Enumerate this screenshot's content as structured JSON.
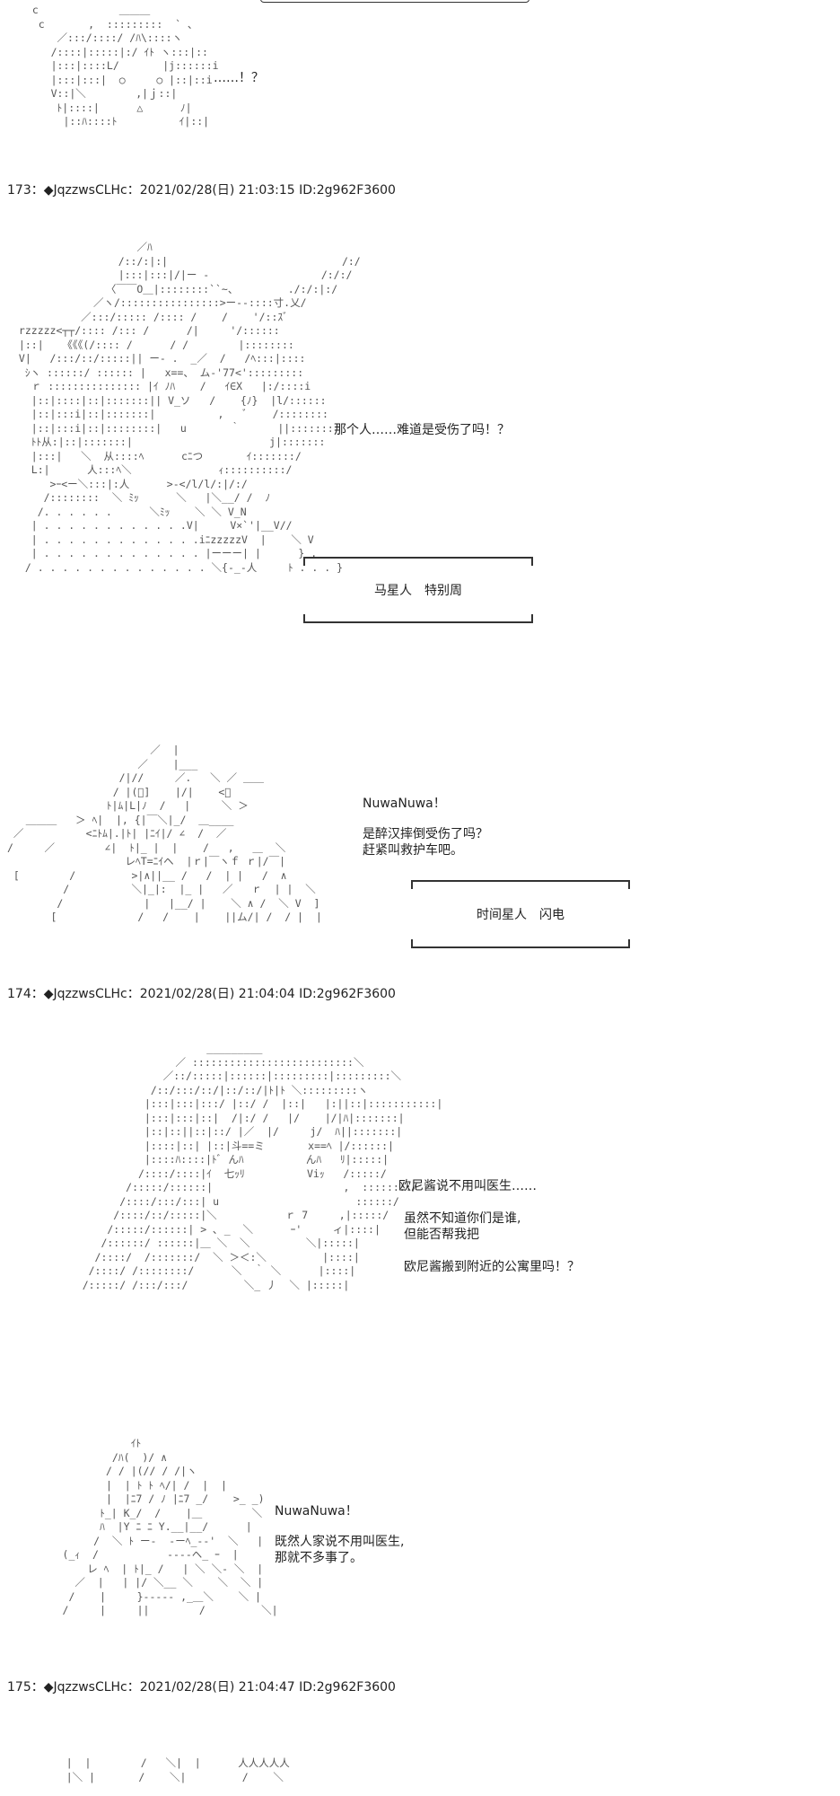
{
  "panels": [
    {
      "lines": [
        "……！？"
      ],
      "art": "  c             ＿＿＿\n   c       ,  :::::::::  ` 、\n      ／:::/::::/ /ﾊ\\::::ヽ\n     /::::|:::::|:/ ｲﾄ ヽ:::|::\n     |:::|::::L/       |j::::::i\n     |:::|:::|  ○     ○ |::|::i\n     V::|＼        ,|ｊ::|\n      ﾄ|::::|      △      ﾉ|\n       |::ﾊ::::ﾄ          ｲ|::|"
    },
    {
      "header": "173：◆JqzzwsCLHc：2021/02/28(日) 21:03:15 ID:2g962F3600",
      "lines": [
        "那个人……难道是受伤了吗！？"
      ],
      "caption": "马星人　特别周",
      "art": "                    ／ﾊ\n                 /::/:|:|                            /:/\n                 |:::|:::|/|ー -                  /:/:/\n               〈￣￣O＿|::::::::``~、        ./:/:|:/\n             ／ヽ/::::::::::::::::>ー‐-::::寸.乂/\n           ／:::/::::: /:::: /    /    '/::ｽﾞ\n rzzzzz<┬┬/:::: /::: /      /|     '/::::::\n |::|   《《《(/:::: /      / /        |::::::::\n V|   /:::/::/:::::|| ー- .  _／  /   /ﾍ:::|::::\n  ｼヽ ::::::/ :::::: |   x==、 ム‐'77<':::::::::\n   ｒ ::::::::::::::: |ｲ ﾉﾊ    /   ｲ∈X   |:/::::i\n   |::|::::|::|:::::::|| V_ソ   /    {ﾉ}  |l/::::::\n   |::|:::i|::|:::::::|          ,   ﾞ    /::::::::\n   |::|:::i|::|::::::::|   u       ｀      ||:::::::\n   ﾄﾄ从:|::|:::::::|                      j|:::::::\n   |:::|   ＼  从::::ﾍ      cﾆつ       ｲ:::::::/\n   L:|      人:::ﾍ＼              ｨ::::::::::/\n      >ｰ<ー＼:::|:人      >-</l/l/:|/:/\n     /::::::::  ＼ ﾐｯ      ＼   |＼__/ /  ﾉ\n    /. . . . . .      ＼ﾐｯ    ＼ ＼ V_N\n   | . . . . . . . . . . . .V|     V×`'|__V//\n   | . . . . . . . . . . . . .iﾆzzzzzV  |    ＼ V\n   | . . . . . . . . . . . . . |ーーー| |      } .\n  / . . . . . . . . . . . . . . ＼{-_-人     ﾄ . . . }"
    },
    {
      "lines": [
        "NuwaNuwa！",
        "是醉汉摔倒受伤了吗？",
        "赶紧叫救护车吧。"
      ],
      "caption": "时间星人　闪电",
      "art": "                       ／  |\n                     ／    |___\n                  /|//     ／.   ＼ ／ ＿＿\n                 / |(ﾞ]    |/|    <＿\n                ﾄ|ﾑ|L|ﾉ  /   |     ＼ ＞\n   ＿＿＿   ＞ ﾍ|  |, {|￣＼|_/  ＿____\n ／          <ﾆﾄﾑ|.|ﾄ| |ﾆｲ|/ ∠  /  ／\n/     ／        ∠|  ﾄ|_ |  |    /   ,   ＿  ＼\n                   レﾍT=ﾆｲヘ  |ｒ|￣ヽｆ ｒ|/￣|\n [        /         >|∧||__ /   /  | |   /  ∧\n         /          ＼|_|:  |_ |   ／   ｒ  | |  ＼\n        /             |   |__/ |    ＼ ∧ /  ＼ V  ]\n       [             /   /    |    ||ム/| /  / |  |"
    },
    {
      "header": "174：◆JqzzwsCLHc：2021/02/28(日) 21:04:04 ID:2g962F3600",
      "lines": [
        "欧尼酱说不用叫医生……",
        "虽然不知道你们是谁,",
        "但能否帮我把",
        "欧尼酱搬到附近的公寓里吗！？"
      ],
      "art": "                        _________\n                   ／ ::::::::::::::::::::::::::＼\n                 ／::/:::::|::::::|:::::::::|:::::::::＼\n               /::/:::/::/|::/::/|ﾄ|ﾄ ＼:::::::::ヽ\n              |:::|:::|:::/ |::/ /  |::|   |:||::|:::::::::::|\n              |:::|:::|::|  /|:/ /   |/    |/|ﾊ|:::::::|\n              |::|::||::|::/ |／  |/     j/  ﾊ||:::::::|\n              |::::|::| |::|斗==ミ       x==ﾍ |/::::::|\n              |::::ﾊ::::|ﾄﾞ んﾊ          んﾊ   ﾘ|:::::|\n             /::::/::::|ｲ  七ｯﾘ          Viｯ   /:::::/\n           /:::::/::::::|                     ,  ::::::::/\n          /::::/:::/:::| u                      ::::::/\n         /::::/::/:::::|＼           ｒ 7     ,|:::::/\n        /:::::/::::::| > ､ _  ＼      ｰ'     ィ|::::|\n       /::::::/ ::::::|＿ ＼  ＼         ＼|:::::|\n      /::::/  /:::::::/  ＼ ＞＜:＼         |::::|\n     /::::/ /::::::::/      ＼  ｀ ＼      |::::|\n    /:::::/ /:::/:::/         ＼_ 丿  ＼ |:::::|"
    },
    {
      "lines": [
        "NuwaNuwa！",
        "既然人家说不用叫医生,",
        "那就不多事了。"
      ],
      "art": "                 ｲﾄ\n              /ﾊ(  )/ ∧\n             / / |(// / /|ヽ\n             |  | ﾄ ﾄ ﾍ/| /  |  |\n             |  |ﾆ7 / ﾉ |ﾆ7 _/    >_ _)\n            ﾄ_| K_/  /    |＿        ＼\n            ﾊ  |Y ﾆ ﾆ Y.__|__/      |\n           /  ＼ ﾄ ー‐  ‐ーﾍ_-‐'  ＼   |\n      (_ｨ  /           ‐‐‐‐ヘ_ ｰ  |\n          レ ﾍ  | ﾄ|_ /   | ＼ ＼- ＼  |\n        ／  |   | |/ ＼__ ＼    ＼  ＼ |\n       /    |     }‐‐‐‐‐ ,_＿＼    ＼ |\n      /     |     ||        /         ＼|"
    },
    {
      "header": "175：◆JqzzwsCLHc：2021/02/28(日) 21:04:47 ID:2g962F3600",
      "art": "    |  |        /   ＼|  |      人人人人人\n    |＼ |       /    ＼|         /    ＼"
    }
  ]
}
